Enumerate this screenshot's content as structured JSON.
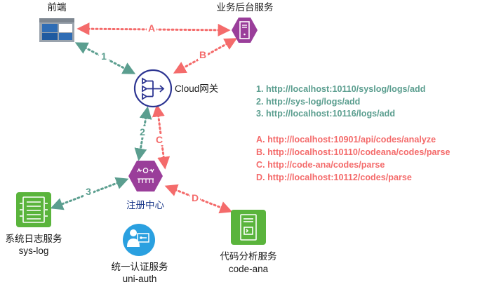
{
  "nodes": {
    "frontend": {
      "label": "前端"
    },
    "backend": {
      "label": "业务后台服务"
    },
    "gateway": {
      "label": "Cloud网关"
    },
    "registry": {
      "label": "注册中心"
    },
    "syslog": {
      "label": "系统日志服务",
      "sublabel": "sys-log"
    },
    "auth": {
      "label": "统一认证服务",
      "sublabel": "uni-auth"
    },
    "codeana": {
      "label": "代码分析服务",
      "sublabel": "code-ana"
    }
  },
  "edges": {
    "e1": "1",
    "e2": "2",
    "e3": "3",
    "eA": "A",
    "eB": "B",
    "eC": "C",
    "eD": "D"
  },
  "legend": {
    "numbered": [
      "1. http://localhost:10110/syslog/logs/add",
      "2. http://sys-log/logs/add",
      "3. http://localhost:10116/logs/add"
    ],
    "lettered": [
      "A. http://localhost:10901/api/codes/analyze",
      "B. http://localhost:10110/codeana/codes/parse",
      "C. http://code-ana/codes/parse",
      "D. http://localhost:10112/codes/parse"
    ]
  },
  "colors": {
    "teal": "#5b9e8f",
    "salmon": "#f46b6b",
    "purple": "#9a3e9a",
    "green": "#5ab43c",
    "blue": "#2b5fa5",
    "sky": "#2aa0e0"
  }
}
